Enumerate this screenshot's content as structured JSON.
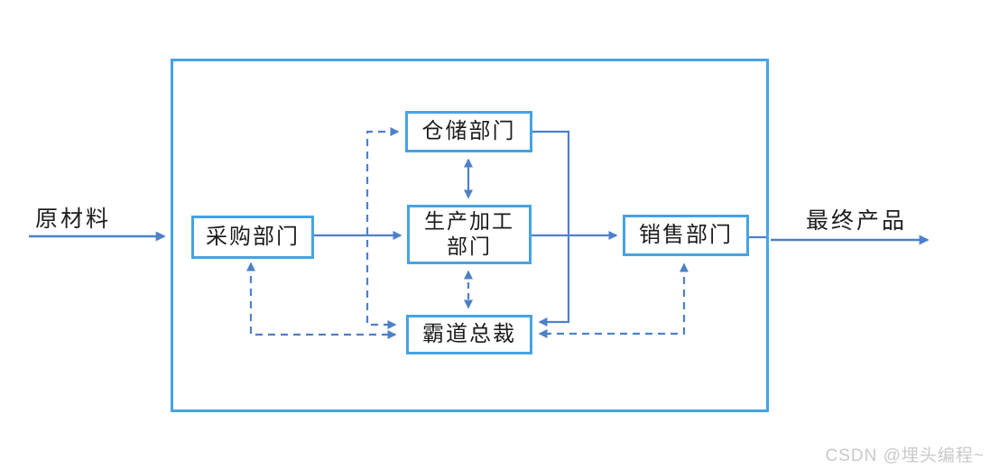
{
  "diagram": {
    "external_labels": {
      "input": "原材料",
      "output": "最终产品"
    },
    "nodes": {
      "purchasing": {
        "label": "采购部门"
      },
      "warehouse": {
        "label": "仓储部门"
      },
      "production": {
        "label_line1": "生产加工",
        "label_line2": "部门"
      },
      "sales": {
        "label": "销售部门"
      },
      "ceo": {
        "label": "霸道总裁"
      }
    },
    "edges": [
      {
        "from": "原材料",
        "to": "boundary",
        "style": "solid-arrow"
      },
      {
        "from": "采购部门",
        "to": "生产加工部门",
        "style": "solid-arrow"
      },
      {
        "from": "生产加工部门",
        "to": "销售部门",
        "style": "solid-arrow"
      },
      {
        "from": "销售部门",
        "to": "boundary",
        "style": "solid-line"
      },
      {
        "from": "boundary",
        "to": "最终产品",
        "style": "solid-arrow"
      },
      {
        "from": "仓储部门",
        "to": "生产加工部门",
        "style": "solid-double-arrow"
      },
      {
        "from": "仓储部门",
        "to": "霸道总裁",
        "style": "solid-arrow-right-side"
      },
      {
        "from": "采购部门",
        "to": "霸道总裁",
        "style": "dashed-double-arrow"
      },
      {
        "from": "仓储部门",
        "to": "霸道总裁",
        "style": "dashed-double-arrow"
      },
      {
        "from": "生产加工部门",
        "to": "霸道总裁",
        "style": "dashed-double-arrow"
      },
      {
        "from": "销售部门",
        "to": "霸道总裁",
        "style": "dashed-double-arrow"
      }
    ],
    "colors": {
      "box_border": "#46a3e5",
      "connector": "#4e80ca",
      "text": "#1c1c1c",
      "watermark": "#c9c9c9"
    }
  },
  "watermark": {
    "text": "CSDN @埋头编程~"
  }
}
